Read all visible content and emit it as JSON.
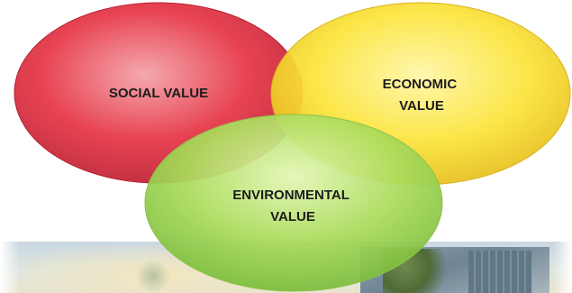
{
  "diagram": {
    "circles": [
      {
        "id": "social",
        "label_lines": [
          "SOCIAL VALUE"
        ],
        "color_light": "#f4a2a8",
        "color_mid": "#e63545",
        "color_dark": "#b81e30"
      },
      {
        "id": "economic",
        "label_lines": [
          "ECONOMIC",
          "VALUE"
        ],
        "color_light": "#fff6a8",
        "color_mid": "#fbe43a",
        "color_dark": "#e3b818"
      },
      {
        "id": "environmental",
        "label_lines": [
          "ENVIRONMENTAL",
          "VALUE"
        ],
        "color_light": "#e4f6b4",
        "color_mid": "#abdc5c",
        "color_dark": "#7bbd3c"
      }
    ]
  },
  "photo": {
    "description_icon": "building-photo"
  }
}
